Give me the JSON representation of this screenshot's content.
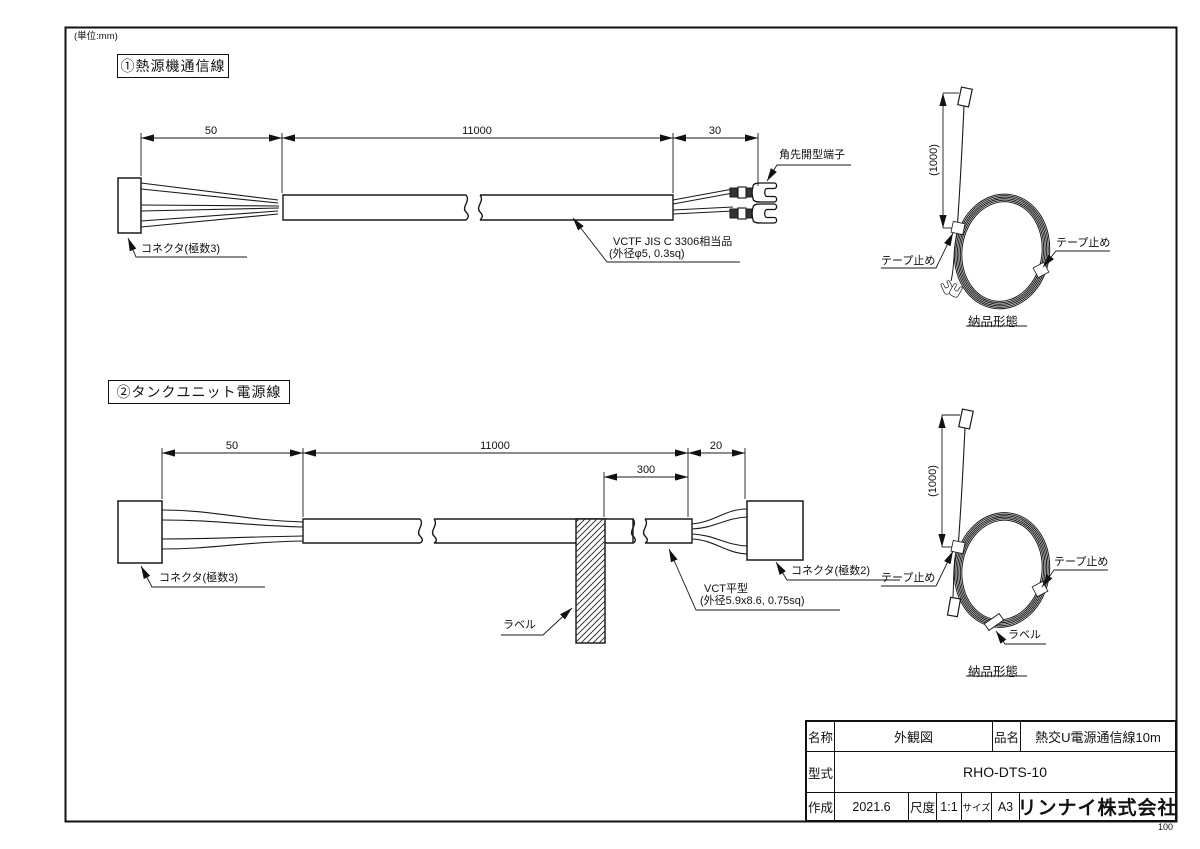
{
  "sheet": {
    "unit_note": "(単位:mm)",
    "page_number": "100"
  },
  "section1": {
    "title": "①熱源機通信線",
    "dim_50": "50",
    "dim_11000": "11000",
    "dim_30": "30",
    "connector_label": "コネクタ(極数3)",
    "cable_spec_line1": "VCTF JIS C 3306相当品",
    "cable_spec_line2": "(外径φ5, 0.3sq)",
    "terminal_label": "角先開型端子",
    "coil": {
      "dim_1000": "(1000)",
      "tape_left": "テープ止め",
      "tape_right": "テープ止め",
      "caption": "納品形態"
    }
  },
  "section2": {
    "title": "②タンクユニット電源線",
    "dim_50": "50",
    "dim_11000": "11000",
    "dim_300": "300",
    "dim_20": "20",
    "connector_left_label": "コネクタ(極数3)",
    "connector_right_label": "コネクタ(極数2)",
    "cable_spec_line1": "VCT平型",
    "cable_spec_line2": "(外径5.9x8.6, 0.75sq)",
    "label_tag": "ラベル",
    "coil": {
      "dim_1000": "(1000)",
      "tape_left": "テープ止め",
      "tape_right": "テープ止め",
      "label_tag": "ラベル",
      "caption": "納品形態"
    }
  },
  "title_block": {
    "name_label": "名称",
    "name_value": "外観図",
    "item_label": "品名",
    "item_value": "熱交U電源通信線10m",
    "model_label": "型式",
    "model_value": "RHO-DTS-10",
    "created_label": "作成",
    "created_value": "2021.6",
    "scale_label": "尺度",
    "scale_value": "1:1",
    "size_label": "サイズ",
    "size_value": "A3",
    "company": "リンナイ株式会社"
  }
}
